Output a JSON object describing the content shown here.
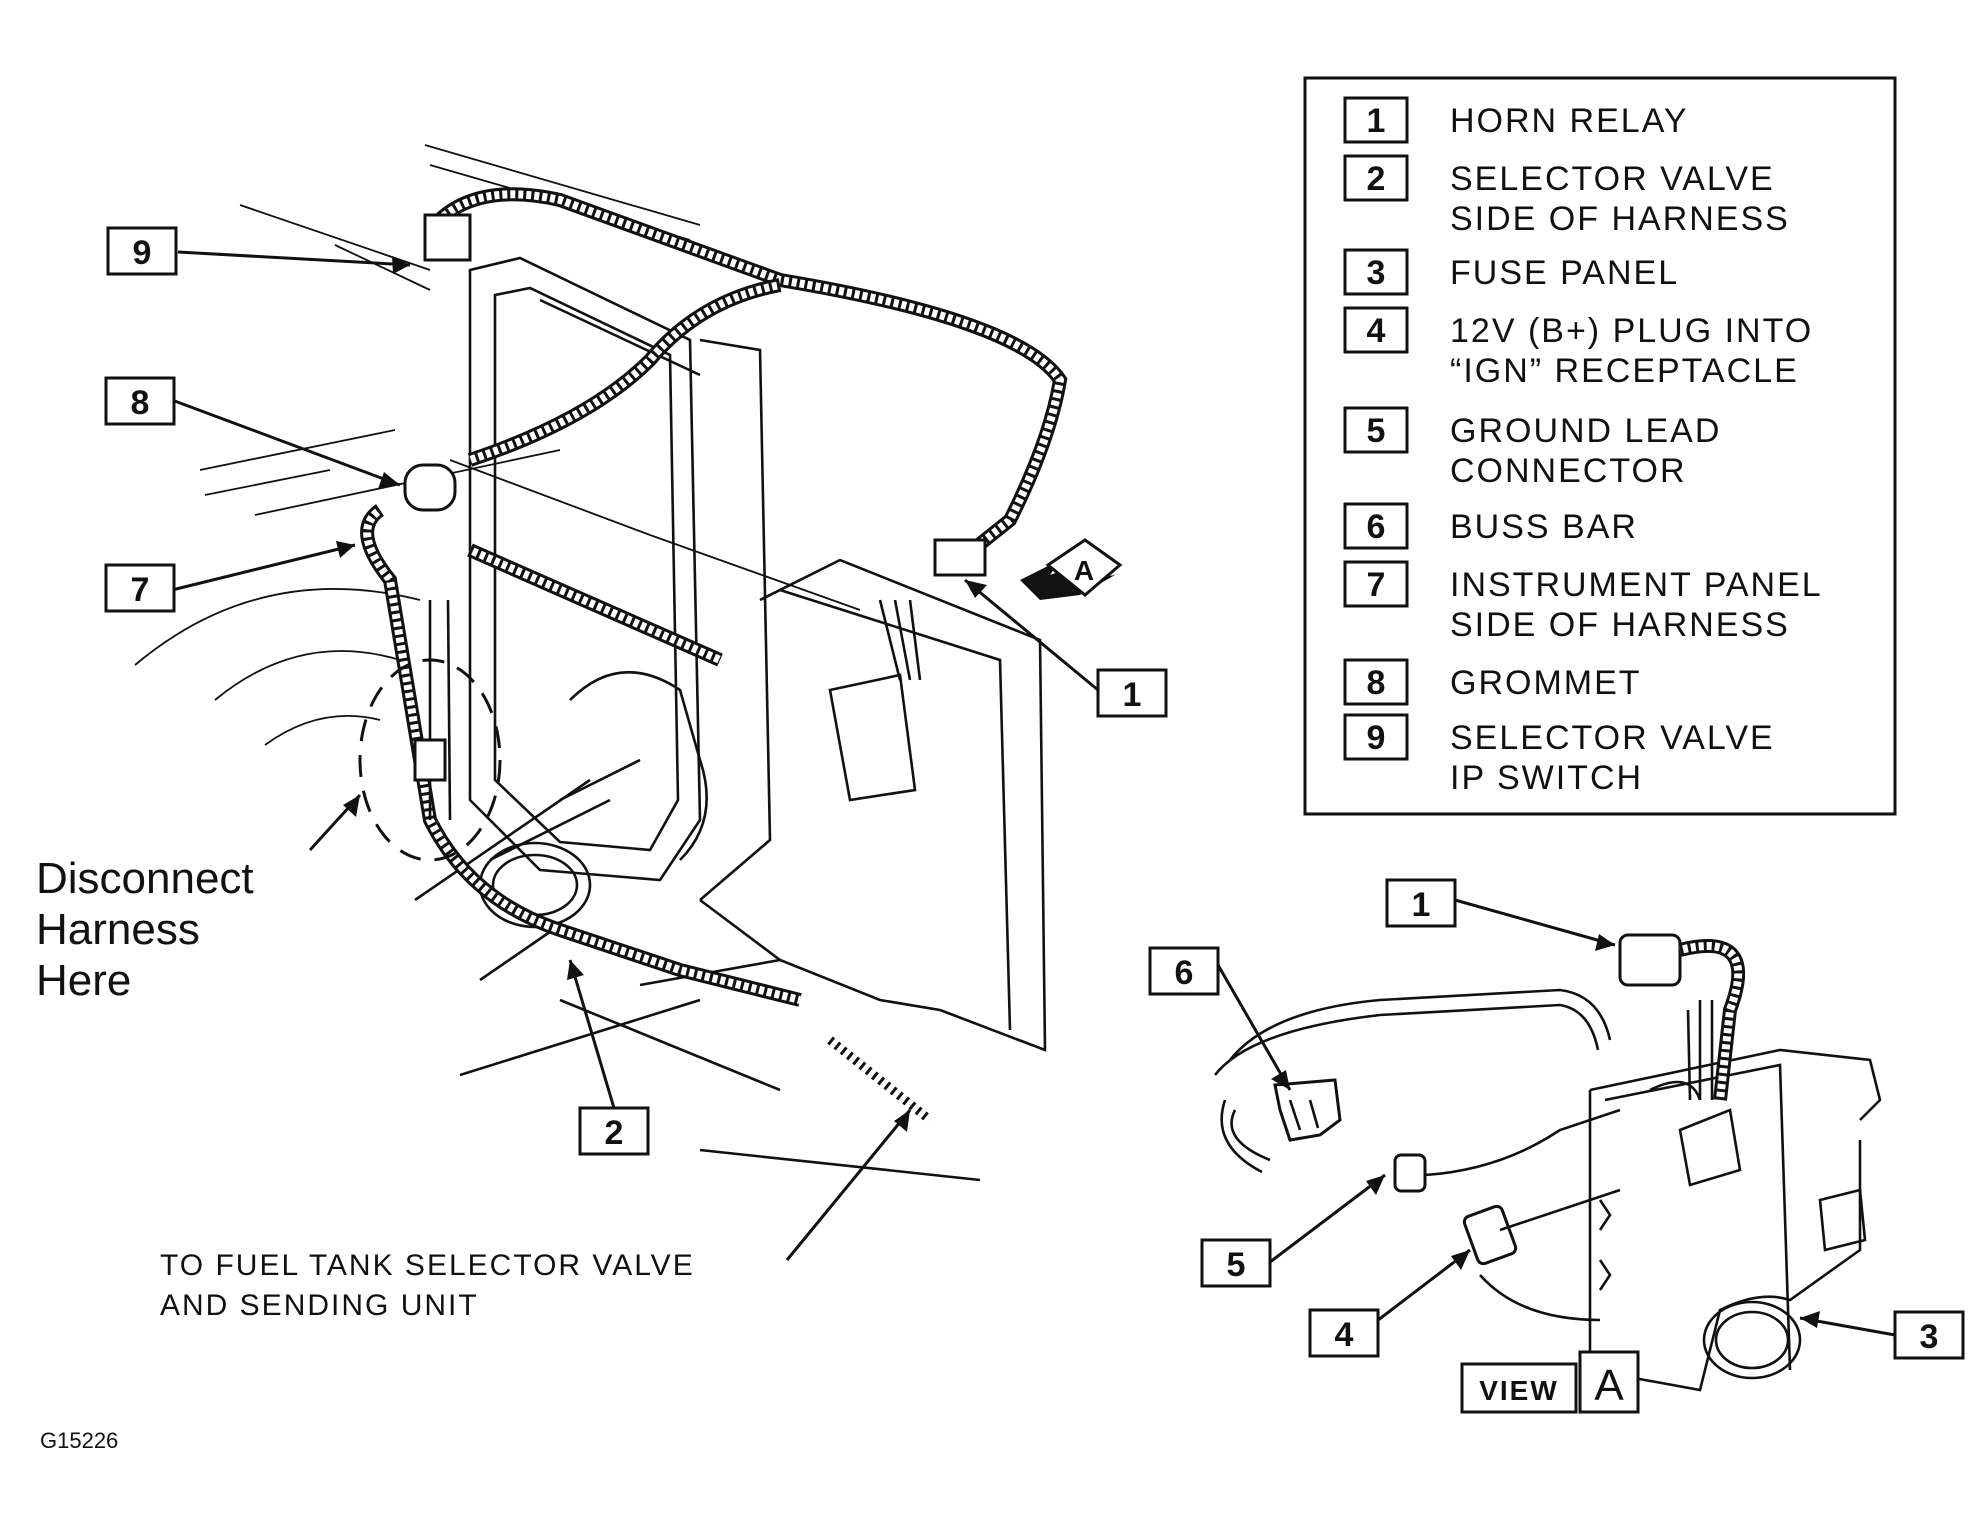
{
  "legend": {
    "items": [
      {
        "num": "1",
        "lines": [
          "HORN RELAY"
        ]
      },
      {
        "num": "2",
        "lines": [
          "SELECTOR VALVE",
          "SIDE OF HARNESS"
        ]
      },
      {
        "num": "3",
        "lines": [
          "FUSE PANEL"
        ]
      },
      {
        "num": "4",
        "lines": [
          "12V (B+) PLUG INTO",
          "“IGN” RECEPTACLE"
        ]
      },
      {
        "num": "5",
        "lines": [
          "GROUND LEAD",
          "CONNECTOR"
        ]
      },
      {
        "num": "6",
        "lines": [
          "BUSS BAR"
        ]
      },
      {
        "num": "7",
        "lines": [
          "INSTRUMENT PANEL",
          "SIDE OF HARNESS"
        ]
      },
      {
        "num": "8",
        "lines": [
          "GROMMET"
        ]
      },
      {
        "num": "9",
        "lines": [
          "SELECTOR VALVE",
          "IP SWITCH"
        ]
      }
    ]
  },
  "callouts": {
    "main": {
      "c9": "9",
      "c8": "8",
      "c7": "7",
      "c1": "1",
      "c2": "2",
      "view_marker": "A"
    },
    "view": {
      "c1": "1",
      "c6": "6",
      "c5": "5",
      "c4": "4",
      "c3": "3"
    }
  },
  "annotations": {
    "disconnect": [
      "Disconnect",
      "Harness",
      "Here"
    ],
    "fuel_tank": [
      "TO FUEL TANK SELECTOR VALVE",
      "AND SENDING UNIT"
    ],
    "view_label": "VIEW",
    "view_letter": "A",
    "figure_id": "G15226"
  }
}
